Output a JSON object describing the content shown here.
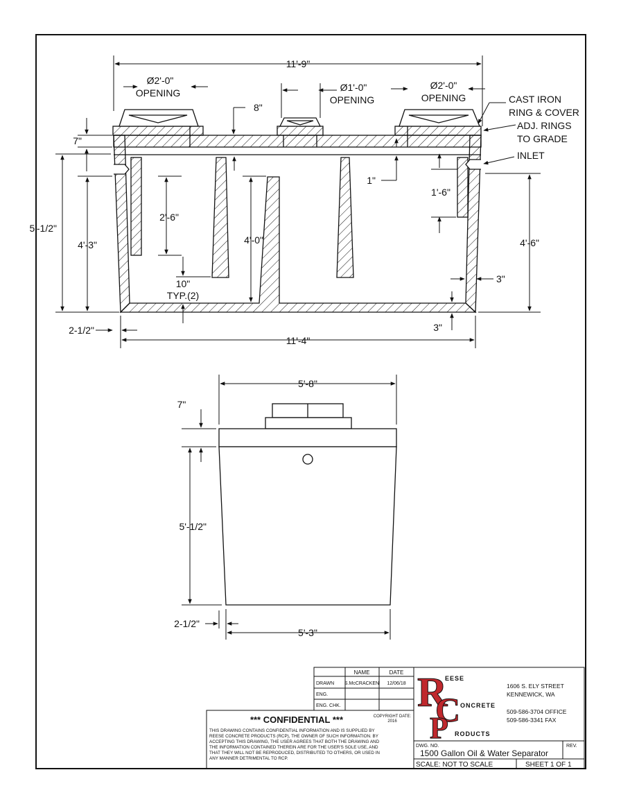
{
  "section_view": {
    "top_overall_width": "11'-9\"",
    "left_opening": "Ø2'-0\"",
    "center_opening": "Ø1'-0\"",
    "right_opening": "Ø2'-0\"",
    "opening_word": "OPENING",
    "lid_thickness_label": "8\"",
    "top_slab": "7\"",
    "cast_iron_1": "CAST IRON",
    "cast_iron_2": "RING & COVER",
    "adj_rings_1": "ADJ. RINGS",
    "adj_rings_2": "TO GRADE",
    "inlet": "INLET",
    "gap_1in": "1\"",
    "inlet_baffle": "1'-6\"",
    "overall_height": "5'-1/2\"",
    "left_height": "4'-3\"",
    "baffle_2_6": "2'-6\"",
    "center_baffle": "4'-0\"",
    "right_height": "4'-6\"",
    "typ_10": "10\"",
    "typ_2": "TYP.(2)",
    "wall_3a": "3\"",
    "wall_3b": "3\"",
    "bottom_offset": "2-1/2\"",
    "bottom_width": "11'-4\""
  },
  "end_view": {
    "top_width": "5'-8\"",
    "top_slab": "7\"",
    "height": "5'-1/2\"",
    "bottom_offset": "2-1/2\"",
    "bottom_width": "5'-3\""
  },
  "title_block": {
    "col_name": "NAME",
    "col_date": "DATE",
    "drawn_label": "DRAWN",
    "drawn_name": "S.McCRACKEN",
    "drawn_date": "12/06/18",
    "eng_label": "ENG.",
    "engchk_label": "ENG. CHK.",
    "confidential": "*** CONFIDENTIAL ***",
    "copyright_1": "COPYRIGHT DATE:",
    "copyright_2": "2016",
    "confidential_lines": [
      "THIS DRAWING CONTAINS CONFIDENTIAL INFORMATION AND IS SUPPLIED BY",
      "REESE CONCRETE PRODUCTS (RCP), THE OWNER OF SUCH INFORMATION. BY",
      "ACCEPTING THIS DRAWING, THE USER AGREES THAT BOTH THE DRAWING AND",
      "THE INFORMATION CONTAINED THEREIN ARE FOR THE USER'S SOLE USE, AND",
      "THAT THEY WILL NOT BE REPRODUCED, DISTRIBUTED TO OTHERS, OR USED IN",
      "ANY MANNER DETRIMENTAL TO RCP."
    ],
    "logo_words": [
      "EESE",
      "ONCRETE",
      "RODUCTS"
    ],
    "address_1": "1606 S. ELY STREET",
    "address_2": "KENNEWICK, WA",
    "phone_office": "509-586-3704 OFFICE",
    "phone_fax": "509-586-3341 FAX",
    "dwg_no_label": "DWG. NO.",
    "rev_label": "REV.",
    "drawing_title": "1500 Gallon Oil & Water Separator",
    "scale": "SCALE: NOT TO SCALE",
    "sheet": "SHEET 1 OF 1",
    "logo_red": "#c0282d"
  }
}
